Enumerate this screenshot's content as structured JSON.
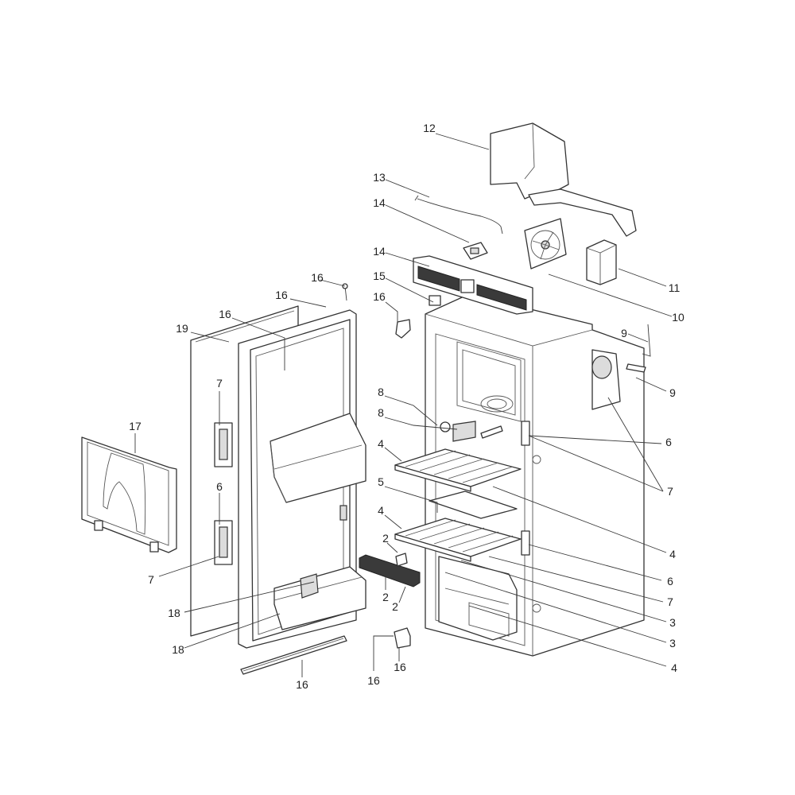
{
  "callouts": [
    {
      "id": "c12a",
      "label": "12"
    },
    {
      "id": "c13a",
      "label": "13"
    },
    {
      "id": "c14a",
      "label": "14"
    },
    {
      "id": "c14b",
      "label": "14"
    },
    {
      "id": "c15a",
      "label": "15"
    },
    {
      "id": "c16a",
      "label": "16"
    },
    {
      "id": "c16b",
      "label": "16"
    },
    {
      "id": "c16c",
      "label": "16"
    },
    {
      "id": "c16d",
      "label": "16"
    },
    {
      "id": "c16e",
      "label": "16"
    },
    {
      "id": "c16f",
      "label": "16"
    },
    {
      "id": "c16g",
      "label": "16"
    },
    {
      "id": "c19a",
      "label": "19"
    },
    {
      "id": "c17a",
      "label": "17"
    },
    {
      "id": "c7a",
      "label": "7"
    },
    {
      "id": "c6a",
      "label": "6"
    },
    {
      "id": "c7b",
      "label": "7"
    },
    {
      "id": "c18a",
      "label": "18"
    },
    {
      "id": "c18b",
      "label": "18"
    },
    {
      "id": "c8a",
      "label": "8"
    },
    {
      "id": "c8b",
      "label": "8"
    },
    {
      "id": "c4a",
      "label": "4"
    },
    {
      "id": "c5a",
      "label": "5"
    },
    {
      "id": "c4b",
      "label": "4"
    },
    {
      "id": "c2a",
      "label": "2"
    },
    {
      "id": "c2b",
      "label": "2"
    },
    {
      "id": "c2c",
      "label": "2"
    },
    {
      "id": "c11a",
      "label": "11"
    },
    {
      "id": "c10a",
      "label": "10"
    },
    {
      "id": "c9a",
      "label": "9"
    },
    {
      "id": "c9b",
      "label": "9"
    },
    {
      "id": "c6b",
      "label": "6"
    },
    {
      "id": "c7c",
      "label": "7"
    },
    {
      "id": "c4c",
      "label": "4"
    },
    {
      "id": "c6c",
      "label": "6"
    },
    {
      "id": "c7d",
      "label": "7"
    },
    {
      "id": "c3a",
      "label": "3"
    },
    {
      "id": "c3b",
      "label": "3"
    },
    {
      "id": "c4d",
      "label": "4"
    }
  ]
}
